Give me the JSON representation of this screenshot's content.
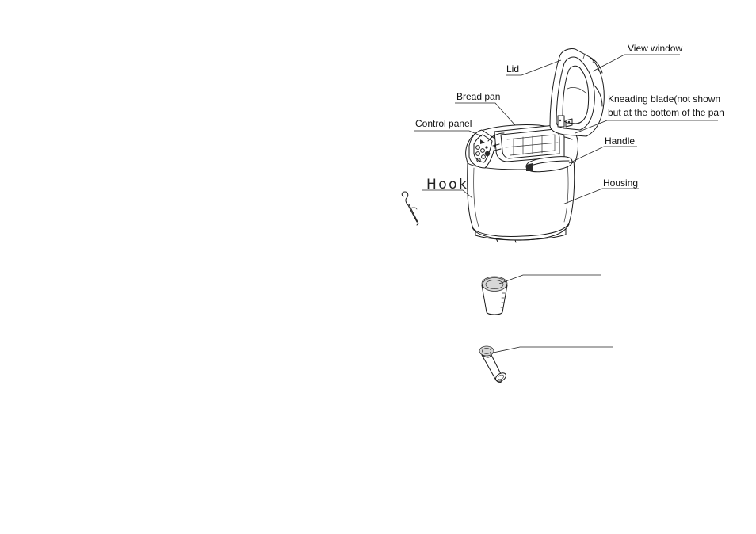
{
  "labels": {
    "lid": "Lid",
    "view_window": "View window",
    "bread_pan": "Bread pan",
    "kneading_blade_line1": "Kneading blade(not shown",
    "kneading_blade_line2": "but at the bottom of the pan",
    "control_panel": "Control panel",
    "handle": "Handle",
    "hook": "Hook",
    "housing": "Housing"
  },
  "accessories": {
    "measuring_cup_label": "",
    "measuring_spoon_label": ""
  }
}
